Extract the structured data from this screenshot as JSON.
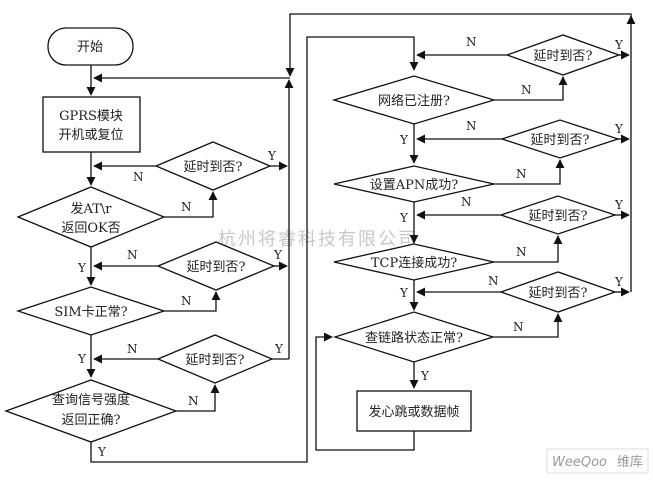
{
  "diagram": {
    "type": "flowchart",
    "nodes": {
      "start": "开始",
      "init": [
        "GPRS模块",
        "开机或复位"
      ],
      "at": [
        "发AT\\r",
        "返回OK否"
      ],
      "sim": "SIM卡正常?",
      "signal": [
        "查询信号强度",
        "返回正确?"
      ],
      "net": "网络已注册?",
      "apn": "设置APN成功?",
      "tcp": "TCP连接成功?",
      "link": "查链路状态正常?",
      "send": "发心跳或数据帧",
      "timeout": "延时到否?"
    },
    "labels": {
      "yes": "Y",
      "no": "N"
    },
    "watermark": "杭州将睿科技有限公司",
    "badge": {
      "latin": "WeeQoo",
      "cn": "维库"
    }
  }
}
